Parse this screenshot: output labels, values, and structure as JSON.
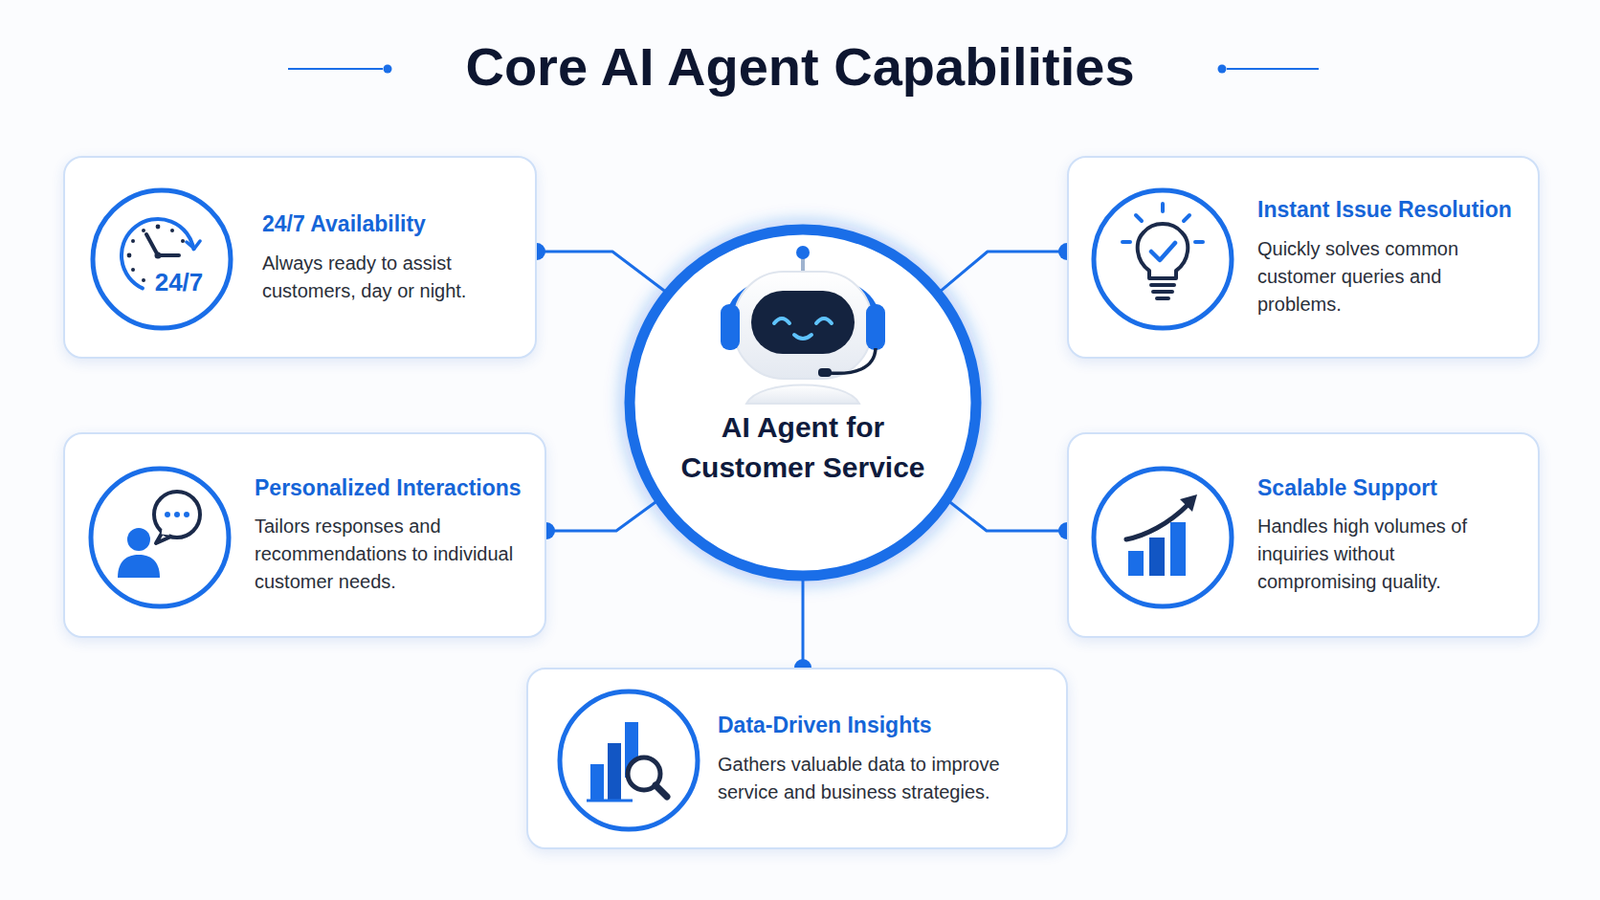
{
  "diagram": {
    "title": "Core AI Agent Capabilities",
    "nodes": [
      {
        "text": [
          "AI Agent for Customer Service"
        ]
      },
      {
        "text": [
          "24/7 Availability",
          "Always ready to assist customers, day or night."
        ]
      },
      {
        "text": [
          "Instant Issue Resolution",
          "Quickly solves common customer queries and problems."
        ]
      },
      {
        "text": [
          "Personalized Interactions",
          "Tailors responses and recommendations to individual customer needs."
        ]
      },
      {
        "text": [
          "Scalable Support",
          "Handles high volumes of inquiries without compromising quality."
        ]
      },
      {
        "text": [
          "Data-Driven Insights",
          "Gathers valuable data to improve service and business strategies."
        ]
      }
    ],
    "edges": [
      {
        "from": 0,
        "to": 1,
        "arrow": "none"
      },
      {
        "from": 0,
        "to": 2,
        "arrow": "none"
      },
      {
        "from": 0,
        "to": 3,
        "arrow": "none"
      },
      {
        "from": 0,
        "to": 4,
        "arrow": "none"
      },
      {
        "from": 0,
        "to": 5,
        "arrow": "none"
      }
    ],
    "labels": [
      "24/7"
    ]
  }
}
